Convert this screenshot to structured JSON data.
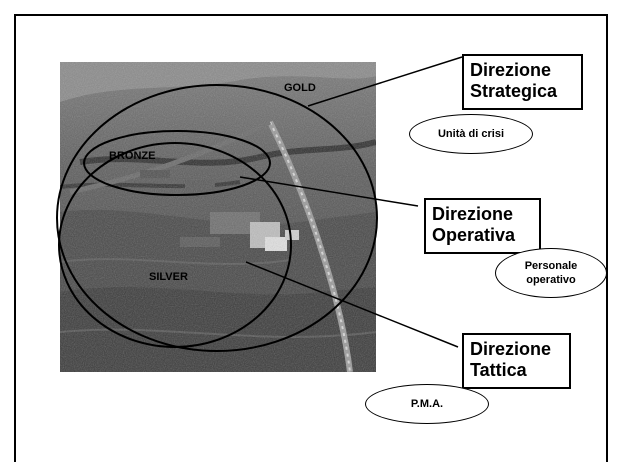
{
  "zones": {
    "gold": "GOLD",
    "bronze": "BRONZE",
    "silver": "SILVER"
  },
  "boxes": {
    "strategica": {
      "line1": "Direzione",
      "line2": "Strategica"
    },
    "operativa": {
      "line1": "Direzione",
      "line2": "Operativa"
    },
    "tattica": {
      "line1": "Direzione",
      "line2": "Tattica"
    }
  },
  "ovals": {
    "unita": "Unità di crisi",
    "personale": {
      "line1": "Personale",
      "line2": "operativo"
    },
    "pma": "P.M.A."
  },
  "colors": {
    "outline": "#000000",
    "background": "#ffffff"
  }
}
